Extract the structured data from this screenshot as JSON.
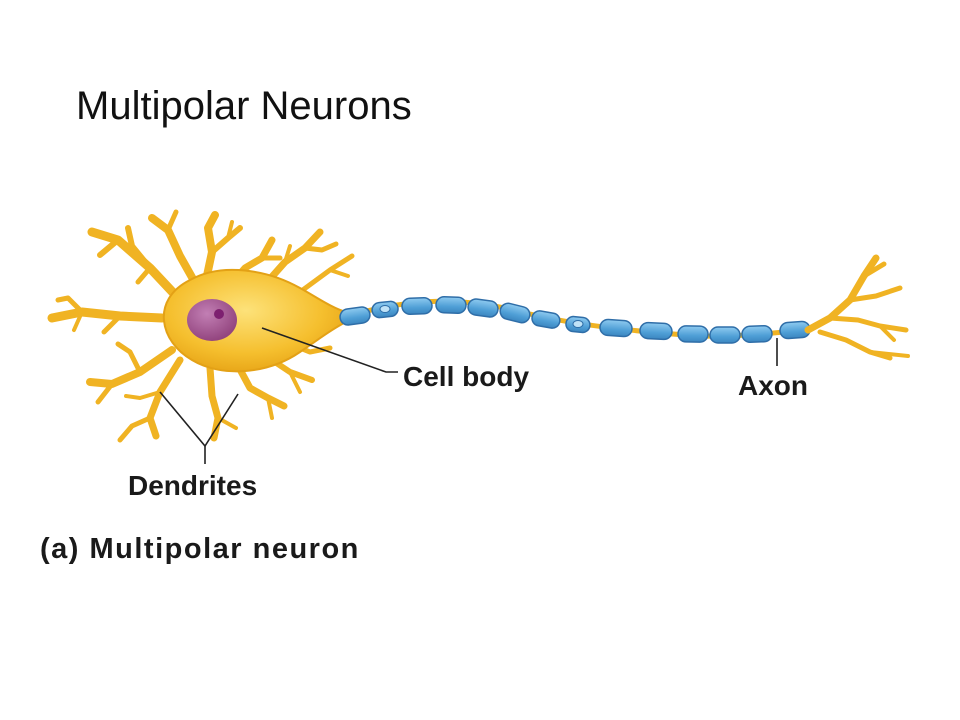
{
  "slide": {
    "title": "Multipolar Neurons"
  },
  "diagram": {
    "labels": {
      "cell_body": "Cell body",
      "axon": "Axon",
      "dendrites": "Dendrites"
    },
    "caption": "(a) Multipolar neuron",
    "colors": {
      "neuron_fill": "#f2b626",
      "neuron_light": "#fbd968",
      "nucleus": "#a85a96",
      "nucleolus": "#7d2070",
      "myelin": "#5ba9dc",
      "myelin_edge": "#2f6ea8",
      "leader_line": "#222222"
    }
  }
}
